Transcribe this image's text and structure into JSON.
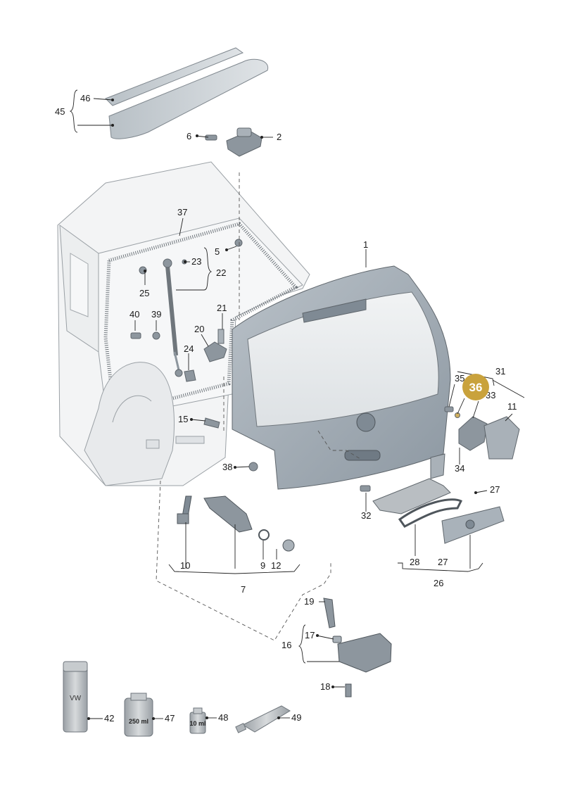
{
  "highlight": {
    "number": "36",
    "color": "#c9a23c"
  },
  "callouts": {
    "n1": "1",
    "n2": "2",
    "n5": "5",
    "n6": "6",
    "n7": "7",
    "n9": "9",
    "n10": "10",
    "n11": "11",
    "n12": "12",
    "n15": "15",
    "n16": "16",
    "n17": "17",
    "n18": "18",
    "n19": "19",
    "n20": "20",
    "n21": "21",
    "n22": "22",
    "n23": "23",
    "n24": "24",
    "n25": "25",
    "n26": "26",
    "n27a": "27",
    "n27b": "27",
    "n28": "28",
    "n31": "31",
    "n32": "32",
    "n33": "33",
    "n34": "34",
    "n35": "35",
    "n37": "37",
    "n38": "38",
    "n39": "39",
    "n40": "40",
    "n42": "42",
    "n45": "45",
    "n46": "46",
    "n47": "47",
    "n48": "48",
    "n49": "49"
  },
  "container_labels": {
    "bottle_large": "250 ml",
    "bottle_small": "10 ml"
  },
  "colors": {
    "body_fill": "#f3f4f5",
    "body_line": "#8a8f94",
    "panel_fill": "#a9b2ba",
    "panel_dark": "#7f8a94",
    "glass_fill": "#e9ecee",
    "part_fill": "#8d969e",
    "seal_fill": "#b9bec2"
  }
}
